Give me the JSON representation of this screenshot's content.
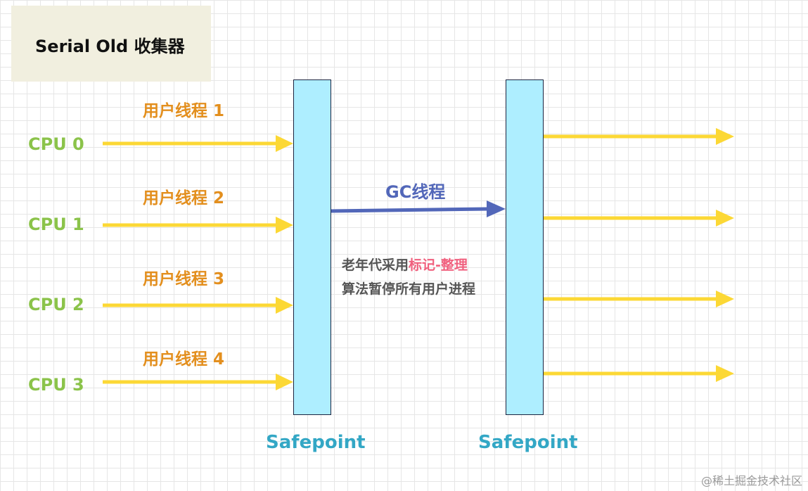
{
  "title": "Serial Old 收集器",
  "cpus": [
    "CPU 0",
    "CPU 1",
    "CPU 2",
    "CPU 3"
  ],
  "threads": [
    "用户线程 1",
    "用户线程 2",
    "用户线程 3",
    "用户线程 4"
  ],
  "safepoints": [
    "Safepoint",
    "Safepoint"
  ],
  "gc_thread": "GC线程",
  "description": {
    "line1_prefix": "老年代采用",
    "line1_highlight": "标记-整理",
    "line2": "算法暂停所有用户进程"
  },
  "watermark": "@稀土掘金技术社区",
  "colors": {
    "cpu_label": "#8bc34a",
    "thread_label": "#e38f1e",
    "arrow_yellow": "#fcd835",
    "gc_arrow": "#5267b9",
    "safepoint_bar": "#aeeeff",
    "safepoint_label": "#33a7c5",
    "highlight": "#f0607e"
  }
}
